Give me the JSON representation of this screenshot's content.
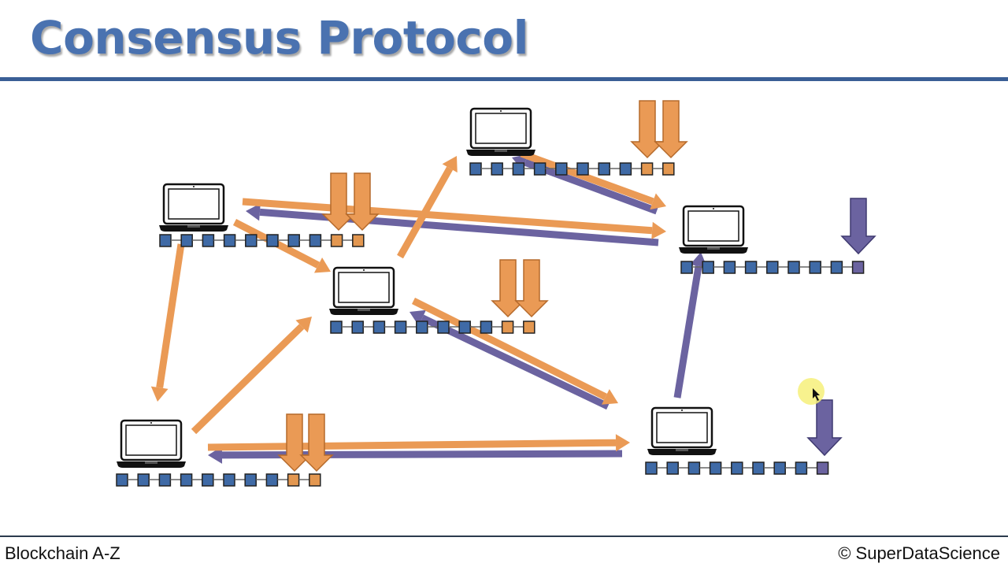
{
  "slide": {
    "title": "Consensus Protocol",
    "footer_left": "Blockchain A-Z",
    "footer_right": "© SuperDataScience"
  },
  "colors": {
    "title": "#4a72b0",
    "block_blue": "#3f6aa6",
    "block_orange": "#e39750",
    "arrow_orange": "#ea9a55",
    "arrow_purple": "#6b63a0",
    "rule": "#3a5f96"
  },
  "nodes": [
    {
      "id": "node-1",
      "blue_blocks": 8,
      "orange_blocks": 2,
      "purple_blocks": 0
    },
    {
      "id": "node-2",
      "blue_blocks": 8,
      "orange_blocks": 2,
      "purple_blocks": 0
    },
    {
      "id": "node-3",
      "blue_blocks": 8,
      "orange_blocks": 2,
      "purple_blocks": 0
    },
    {
      "id": "node-4",
      "blue_blocks": 8,
      "orange_blocks": 0,
      "purple_blocks": 1
    },
    {
      "id": "node-5",
      "blue_blocks": 8,
      "orange_blocks": 2,
      "purple_blocks": 0
    },
    {
      "id": "node-6",
      "blue_blocks": 8,
      "orange_blocks": 0,
      "purple_blocks": 1
    }
  ],
  "icons": {
    "computer": "laptop-icon",
    "cursor": "mouse-cursor-icon",
    "playback": "playback-controls-icon"
  }
}
